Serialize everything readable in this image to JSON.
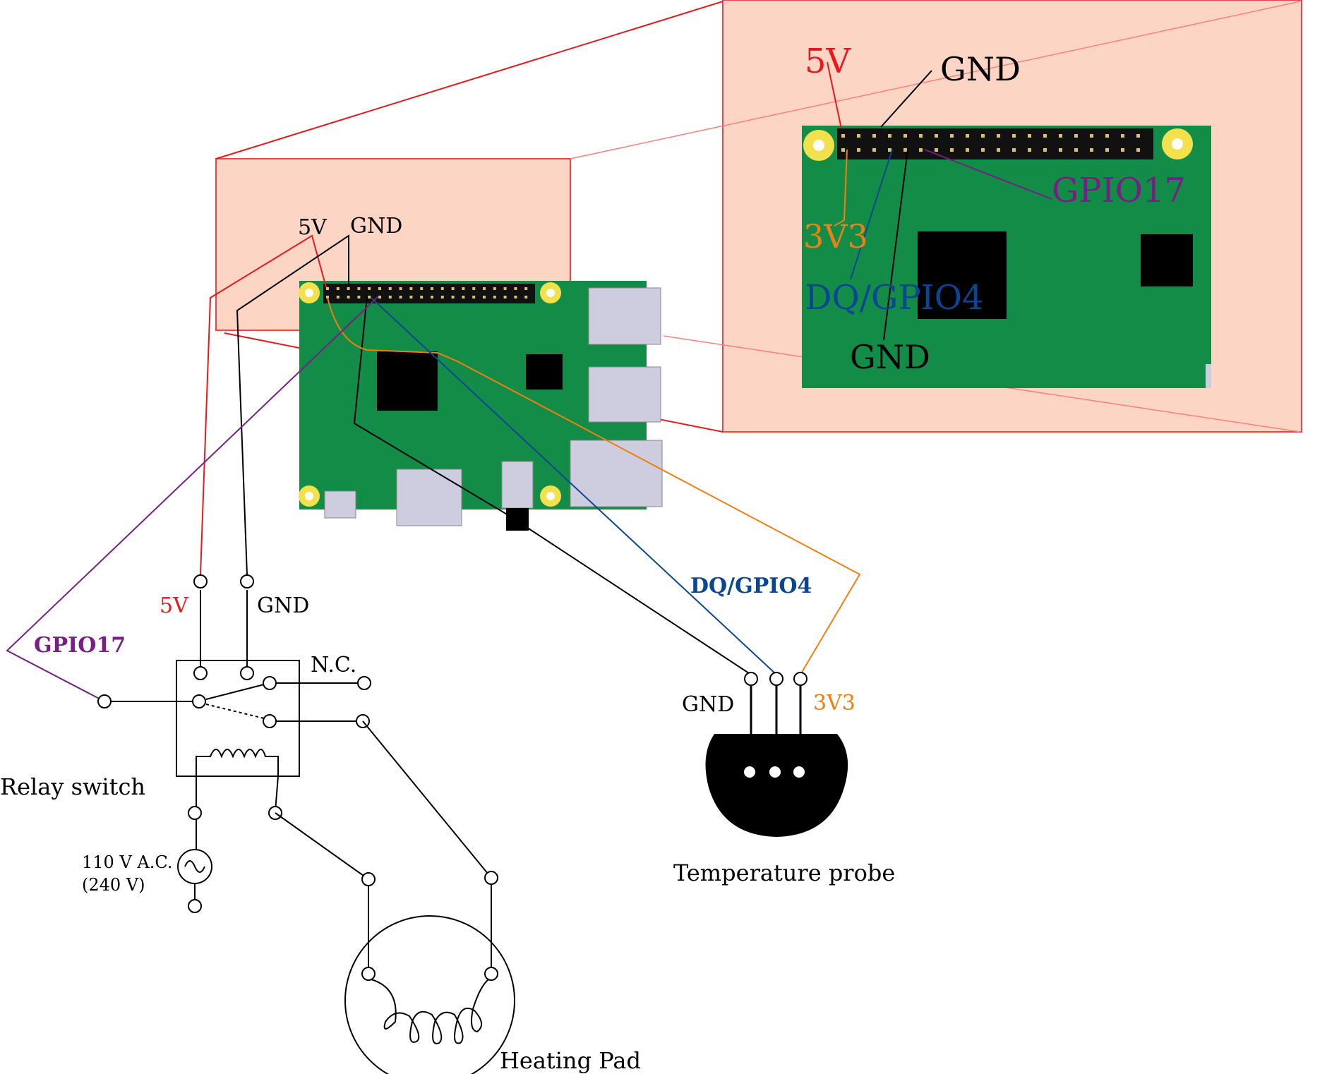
{
  "colors": {
    "board": "#138c47",
    "chip": "#000000",
    "port": "#cecde0",
    "mount_hole": "#f2e14c",
    "header": "#111111",
    "header_pin": "#d9c26a",
    "zoom_fill": "#fcd5c4",
    "zoom_stroke": "#e8474a",
    "wire_5v": "#e8191c",
    "wire_gnd": "#000000",
    "wire_3v3": "#f07f12",
    "wire_dq": "#0b4694",
    "wire_gpio17": "#781f85"
  },
  "pi_labels": {
    "v5": "5V",
    "gnd": "GND"
  },
  "zoom_labels": {
    "v5": "5V",
    "gnd_top": "GND",
    "gpio17": "GPIO17",
    "v3": "3V3",
    "dq": "DQ/GPIO4",
    "gnd_bottom": "GND"
  },
  "relay": {
    "label": "Relay switch",
    "v5": "5V",
    "gnd": "GND",
    "nc": "N.C.",
    "gpio17": "GPIO17"
  },
  "power": {
    "line1": "110 V A.C.",
    "line2": "(240 V)"
  },
  "heater": {
    "label": "Heating Pad"
  },
  "probe": {
    "label": "Temperature probe",
    "gnd": "GND",
    "v3": "3V3",
    "dq": "DQ/GPIO4"
  }
}
